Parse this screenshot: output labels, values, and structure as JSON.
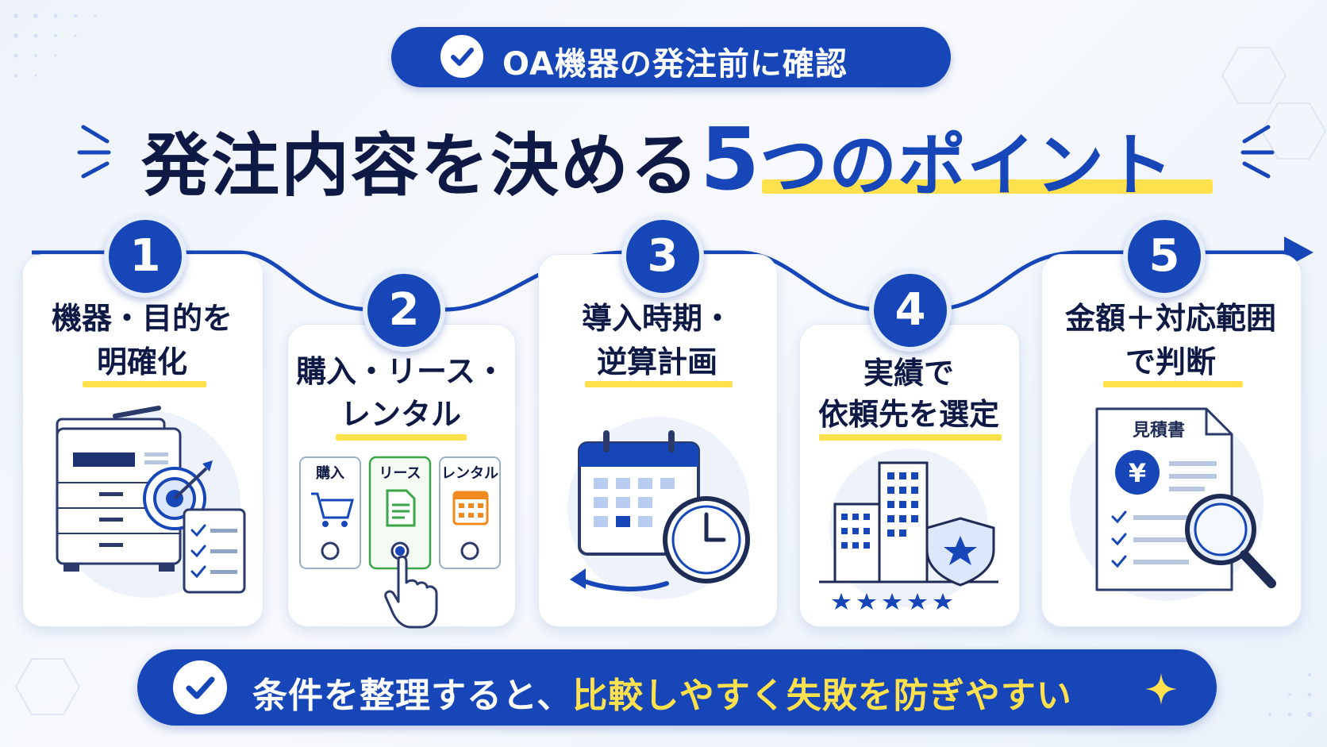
{
  "badge": {
    "label": "OA機器の発注前に確認"
  },
  "headline": {
    "part1": "発注内容を決める",
    "number": "5",
    "part2": "つのポイント"
  },
  "steps": [
    {
      "number": "1",
      "line1": "機器・目的を",
      "line2": "明確化"
    },
    {
      "number": "2",
      "line1": "購入・リース・",
      "line2": "レンタル",
      "options": [
        "購入",
        "リース",
        "レンタル"
      ]
    },
    {
      "number": "3",
      "line1": "導入時期・",
      "line2": "逆算計画"
    },
    {
      "number": "4",
      "line1": "実績で",
      "line2": "依頼先を選定"
    },
    {
      "number": "5",
      "line1": "金額＋対応範囲",
      "line2": "で判断",
      "doc_title": "見積書",
      "currency": "¥"
    }
  ],
  "footer": {
    "part1": "条件を整理すると、",
    "highlight": "比較しやすく失敗を防ぎやすい"
  },
  "colors": {
    "primary": "#1646b8",
    "highlight": "#ffe14d",
    "text": "#0e1a45",
    "green": "#3aa648",
    "orange": "#f08a1e"
  }
}
